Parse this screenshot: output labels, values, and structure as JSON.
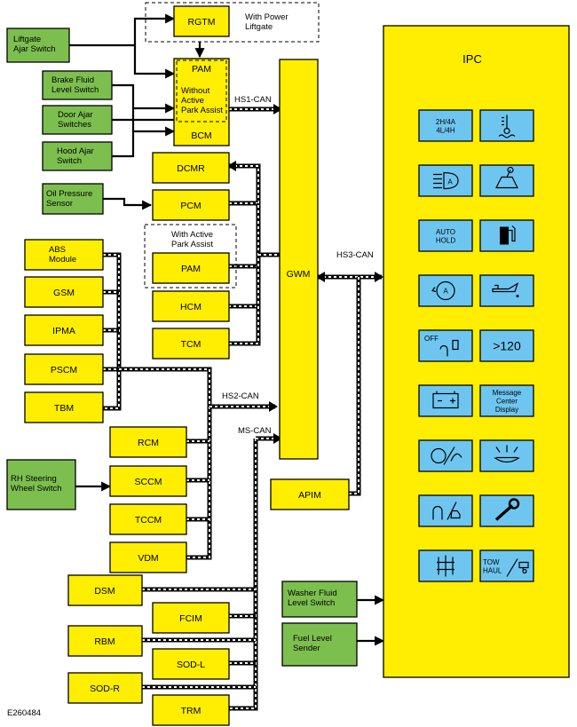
{
  "figure_id": "E260484",
  "ipc": {
    "title": "IPC",
    "indicators": [
      {
        "icon": "4x4-mode-icon",
        "text": "2H/4A\n4L/4H"
      },
      {
        "icon": "engine-coolant-temperature-icon",
        "text": ""
      },
      {
        "icon": "auto-high-beam-icon",
        "text": ""
      },
      {
        "icon": "service-engine-soon-icon",
        "text": ""
      },
      {
        "icon": "auto-hold-icon",
        "text": "AUTO\nHOLD"
      },
      {
        "icon": "low-fuel-icon",
        "text": ""
      },
      {
        "icon": "auto-start-stop-icon",
        "text": ""
      },
      {
        "icon": "low-oil-pressure-icon",
        "text": ""
      },
      {
        "icon": "passenger-airbag-off-icon",
        "text": "OFF"
      },
      {
        "icon": "speed-warning-icon",
        "text": ">120"
      },
      {
        "icon": "battery-charging-icon",
        "text": ""
      },
      {
        "icon": "message-center-display-icon",
        "text": "Message\nCenter\nDisplay"
      },
      {
        "icon": "collision-warning-icon",
        "text": ""
      },
      {
        "icon": "low-washer-fluid-icon",
        "text": ""
      },
      {
        "icon": "adaptive-cruise-icon",
        "text": ""
      },
      {
        "icon": "wrench-icon",
        "text": ""
      },
      {
        "icon": "trailer-sway-icon",
        "text": ""
      },
      {
        "icon": "tow-haul-icon",
        "text": "TOW\nHAUL"
      }
    ]
  },
  "modules": {
    "rgtm": "RGTM",
    "pam_top": "PAM",
    "without_pa": "Without\nActive\nPark Assist",
    "bcm": "BCM",
    "dcmr": "DCMR",
    "pcm": "PCM",
    "pam": "PAM",
    "hcm": "HCM",
    "tcm": "TCM",
    "gwm": "GWM",
    "abs": "ABS\nModule",
    "gsm": "GSM",
    "ipma": "IPMA",
    "pscm": "PSCM",
    "tbm": "TBM",
    "rcm": "RCM",
    "sccm": "SCCM",
    "tccm": "TCCM",
    "vdm": "VDM",
    "apim": "APIM",
    "dsm": "DSM",
    "fcim": "FCIM",
    "rbm": "RBM",
    "sodl": "SOD-L",
    "sodr": "SOD-R",
    "trm": "TRM"
  },
  "inputs": {
    "liftgate": "Liftgate\nAjar Switch",
    "brake": "Brake Fluid\nLevel Switch",
    "door": "Door Ajar\nSwitches",
    "hood": "Hood Ajar\nSwitch",
    "oil": "Oil Pressure\nSensor",
    "rh": "RH Steering\nWheel Switch",
    "washer": "Washer Fluid\nLevel Switch",
    "fuel": "Fuel Level\nSender"
  },
  "notes": {
    "power_liftgate": "With Power\nLiftgate",
    "with_pa": "With Active\nPark Assist"
  },
  "buses": {
    "hs1": "HS1-CAN",
    "hs2": "HS2-CAN",
    "hs3": "HS3-CAN",
    "ms": "MS-CAN"
  }
}
